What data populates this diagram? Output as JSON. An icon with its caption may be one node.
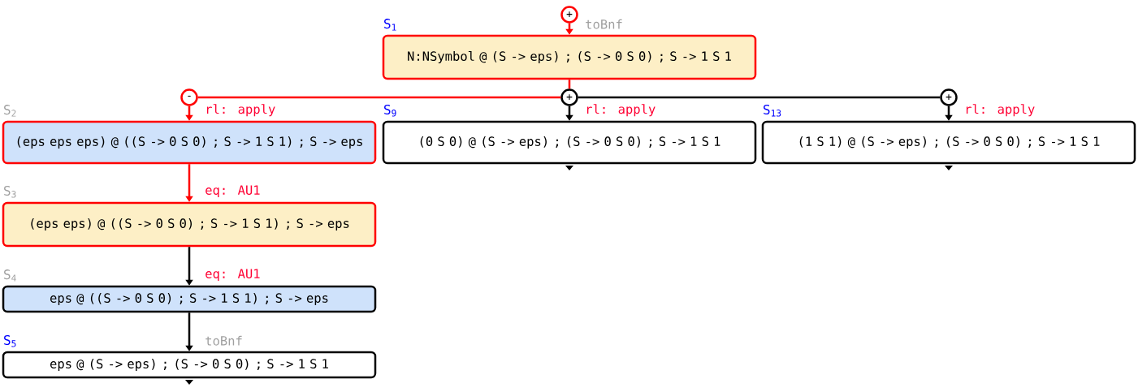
{
  "diagram": {
    "nodes": [
      {
        "text": [
          "+"
        ]
      },
      {
        "text": [
          "N:NSymbol @ (S -> eps) ; (S -> 0 S 0) ; S -> 1 S 1"
        ],
        "beside": [
          "S$_{1}$"
        ]
      },
      {
        "text": [
          "-"
        ]
      },
      {
        "text": [
          "+"
        ]
      },
      {
        "text": [
          "+"
        ]
      },
      {
        "text": [
          "(eps eps eps) @ ((S -> 0 S 0) ; S -> 1 S 1) ; S -> eps"
        ],
        "beside": [
          "S$_{2}$"
        ]
      },
      {
        "text": [
          "(0 S 0) @ (S -> eps) ; (S -> 0 S 0) ; S -> 1 S 1"
        ],
        "beside": [
          "S$_{9}$"
        ]
      },
      {
        "text": [
          "(1 S 1) @ (S -> eps) ; (S -> 0 S 0) ; S -> 1 S 1"
        ],
        "beside": [
          "S$_{13}$"
        ]
      },
      {
        "text": [
          "(eps eps) @ ((S -> 0 S 0) ; S -> 1 S 1) ; S -> eps"
        ],
        "beside": [
          "S$_{3}$"
        ]
      },
      {
        "text": [
          "eps @ ((S -> 0 S 0) ; S -> 1 S 1) ; S -> eps"
        ],
        "beside": [
          "S$_{4}$"
        ]
      },
      {
        "text": [
          "eps @ (S -> eps) ; (S -> 0 S 0) ; S -> 1 S 1"
        ],
        "beside": [
          "S$_{5}$"
        ]
      }
    ],
    "edges": [
      {
        "from": 0,
        "to": 1,
        "arrow": "to",
        "label": "toBnf",
        "color": "#ff0000"
      },
      {
        "from": 3,
        "to": 2,
        "arrow": "none",
        "color": "#ff0000"
      },
      {
        "from": 1,
        "to": 3,
        "arrow": "none",
        "color": "#ff0000"
      },
      {
        "from": 3,
        "to": 4,
        "arrow": "none",
        "color": "#000000"
      },
      {
        "from": 2,
        "to": 5,
        "arrow": "to",
        "label": "rl: apply",
        "color": "#ff0000"
      },
      {
        "from": 3,
        "to": 6,
        "arrow": "to",
        "label": "rl: apply",
        "color": "#000000"
      },
      {
        "from": 4,
        "to": 7,
        "arrow": "to",
        "label": "rl: apply",
        "color": "#000000"
      },
      {
        "from": 5,
        "to": 8,
        "arrow": "to",
        "label": "eq: AU1",
        "color": "#ff0000"
      },
      {
        "from": 8,
        "to": 9,
        "arrow": "to",
        "label": "eq: AU1",
        "color": "#000000"
      },
      {
        "from": 9,
        "to": 10,
        "arrow": "to",
        "label": "toBnf",
        "color": "#000000"
      }
    ]
  }
}
